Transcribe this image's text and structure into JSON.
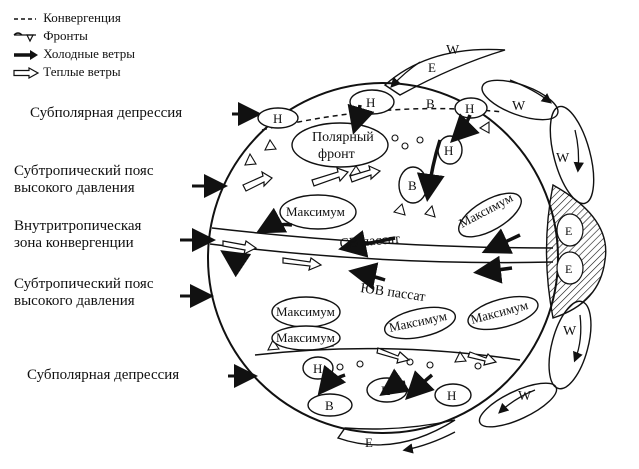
{
  "legend": {
    "convergence": "Конвергенция",
    "fronts": "Фронты",
    "cold_winds": "Холодные ветры",
    "warm_winds": "Теплые ветры"
  },
  "side_labels": {
    "subpolar_n": "Субполярная депрессия",
    "subtropical_n_1": "Субтропический пояс",
    "subtropical_n_2": "высокого давления",
    "itcz_1": "Внутритропическая",
    "itcz_2": "зона конвергенции",
    "subtropical_s_1": "Субтропический пояс",
    "subtropical_s_2": "высокого давления",
    "subpolar_s": "Субполярная депрессия"
  },
  "globe_labels": {
    "polar_front_1": "Полярный",
    "polar_front_2": "фронт",
    "ne_trade": "СВ пассат",
    "se_trade": "ЮВ пассат",
    "maximum": "Максимум",
    "low": "Н",
    "high": "В",
    "west": "W",
    "east": "E"
  },
  "colors": {
    "ink": "#111111",
    "paper": "#ffffff"
  }
}
